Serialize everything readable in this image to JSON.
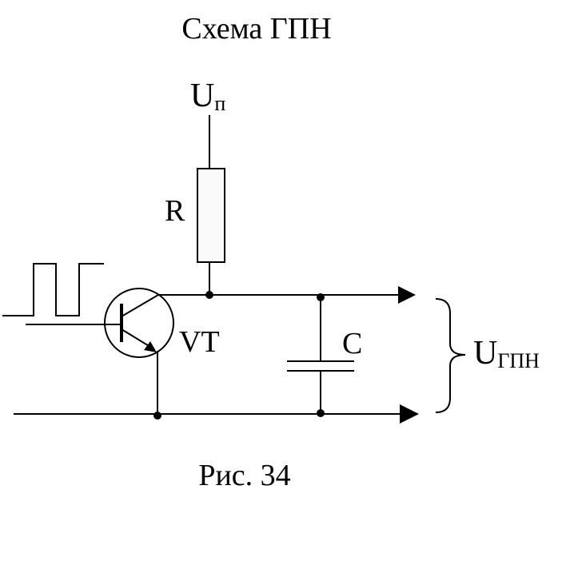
{
  "title": "Схема ГПН",
  "caption": "Рис. 34",
  "labels": {
    "supply_main": "U",
    "supply_sub": "п",
    "resistor": "R",
    "transistor": "VT",
    "capacitor": "C",
    "output_main": "U",
    "output_sub": "ГПН"
  }
}
